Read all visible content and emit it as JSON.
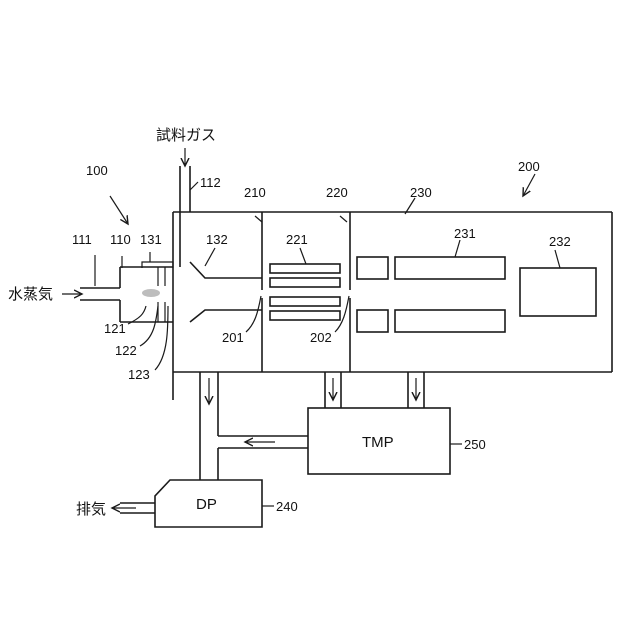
{
  "labels": {
    "sample_gas": "試料ガス",
    "water_vapor": "水蒸気",
    "exhaust": "排気",
    "tmp": "TMP",
    "dp": "DP"
  },
  "refs": {
    "r100": "100",
    "r110": "110",
    "r111": "111",
    "r112": "112",
    "r121": "121",
    "r122": "122",
    "r123": "123",
    "r131": "131",
    "r132": "132",
    "r200": "200",
    "r201": "201",
    "r202": "202",
    "r210": "210",
    "r220": "220",
    "r221": "221",
    "r230": "230",
    "r231": "231",
    "r232": "232",
    "r240": "240",
    "r250": "250"
  }
}
